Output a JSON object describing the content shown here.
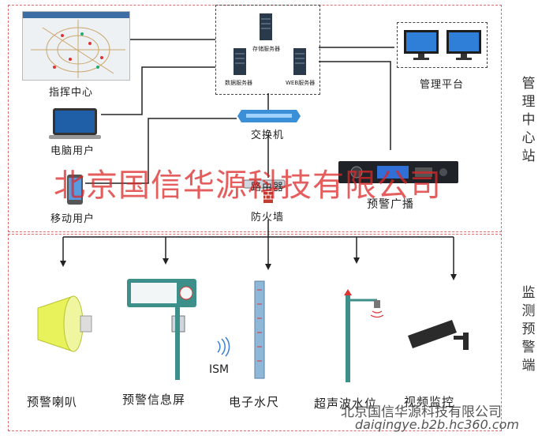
{
  "zones": {
    "management_title": "管理中心站",
    "monitoring_title": "监测预警端"
  },
  "nodes": {
    "command_center": "指挥中心",
    "pc_user": "电脑用户",
    "mobile_user": "移动用户",
    "storage_server": "存储服务器",
    "data_server": "数据服务器",
    "web_server": "WEB服务器",
    "switch": "交换机",
    "management_platform": "管理平台",
    "router": "路由器",
    "firewall": "防火墙",
    "warning_broadcast": "预警广播"
  },
  "endpoints": {
    "horn": "预警喇叭",
    "info_screen": "预警信息屏",
    "water_gauge": "电子水尺",
    "ism": "ISM",
    "ultrasonic": "超声波水位",
    "video": "视频监控"
  },
  "watermark": {
    "company": "北京国信华源科技有限公司",
    "footer_company": "北京国信华源科技有限公司",
    "footer_url": "daiqingye.b2b.hc360.com"
  },
  "colors": {
    "zone_border": "#e06a6a",
    "watermark": "#dc2828",
    "line": "#222222"
  }
}
